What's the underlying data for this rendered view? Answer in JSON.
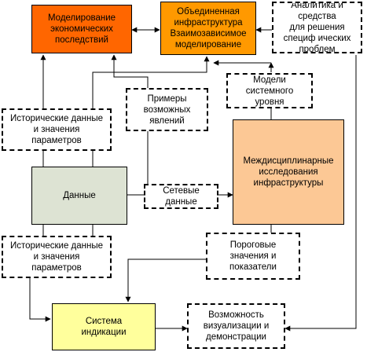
{
  "colors": {
    "econ_fill": "#ff6600",
    "infra_fill": "#ff9900",
    "research_fill": "#fcc895",
    "data_fill": "#dde3d3",
    "indication_fill": "#ffff9c",
    "line": "#000000"
  },
  "nodes": {
    "econ_modeling": "Моделирование\nэкономических\nпоследствий",
    "infra_modeling": "Объединенная\nинфраструктура\nВзаимозависимое\nмоделирование",
    "analytics": "Аналитика и средства\nдля решения\nспециф ических\nпроблем",
    "system_models": "Модели\nсистемного\nуровня",
    "examples": "Примеры\nвозможных\nявлений",
    "historical_top": "Исторические данные\nи значения\nпараметров",
    "data": "Данные",
    "network_data": "Сетевые\nданные",
    "research": "Междисциплинарные\nисследования\nинфраструктуры",
    "historical_bottom": "Исторические данные\nи значения\nпараметров",
    "thresholds": "Пороговые\nзначения и\nпоказатели",
    "indication_system": "Система\nиндикации",
    "visualization": "Возможность\nвизуализации и\nдемонстрации"
  }
}
